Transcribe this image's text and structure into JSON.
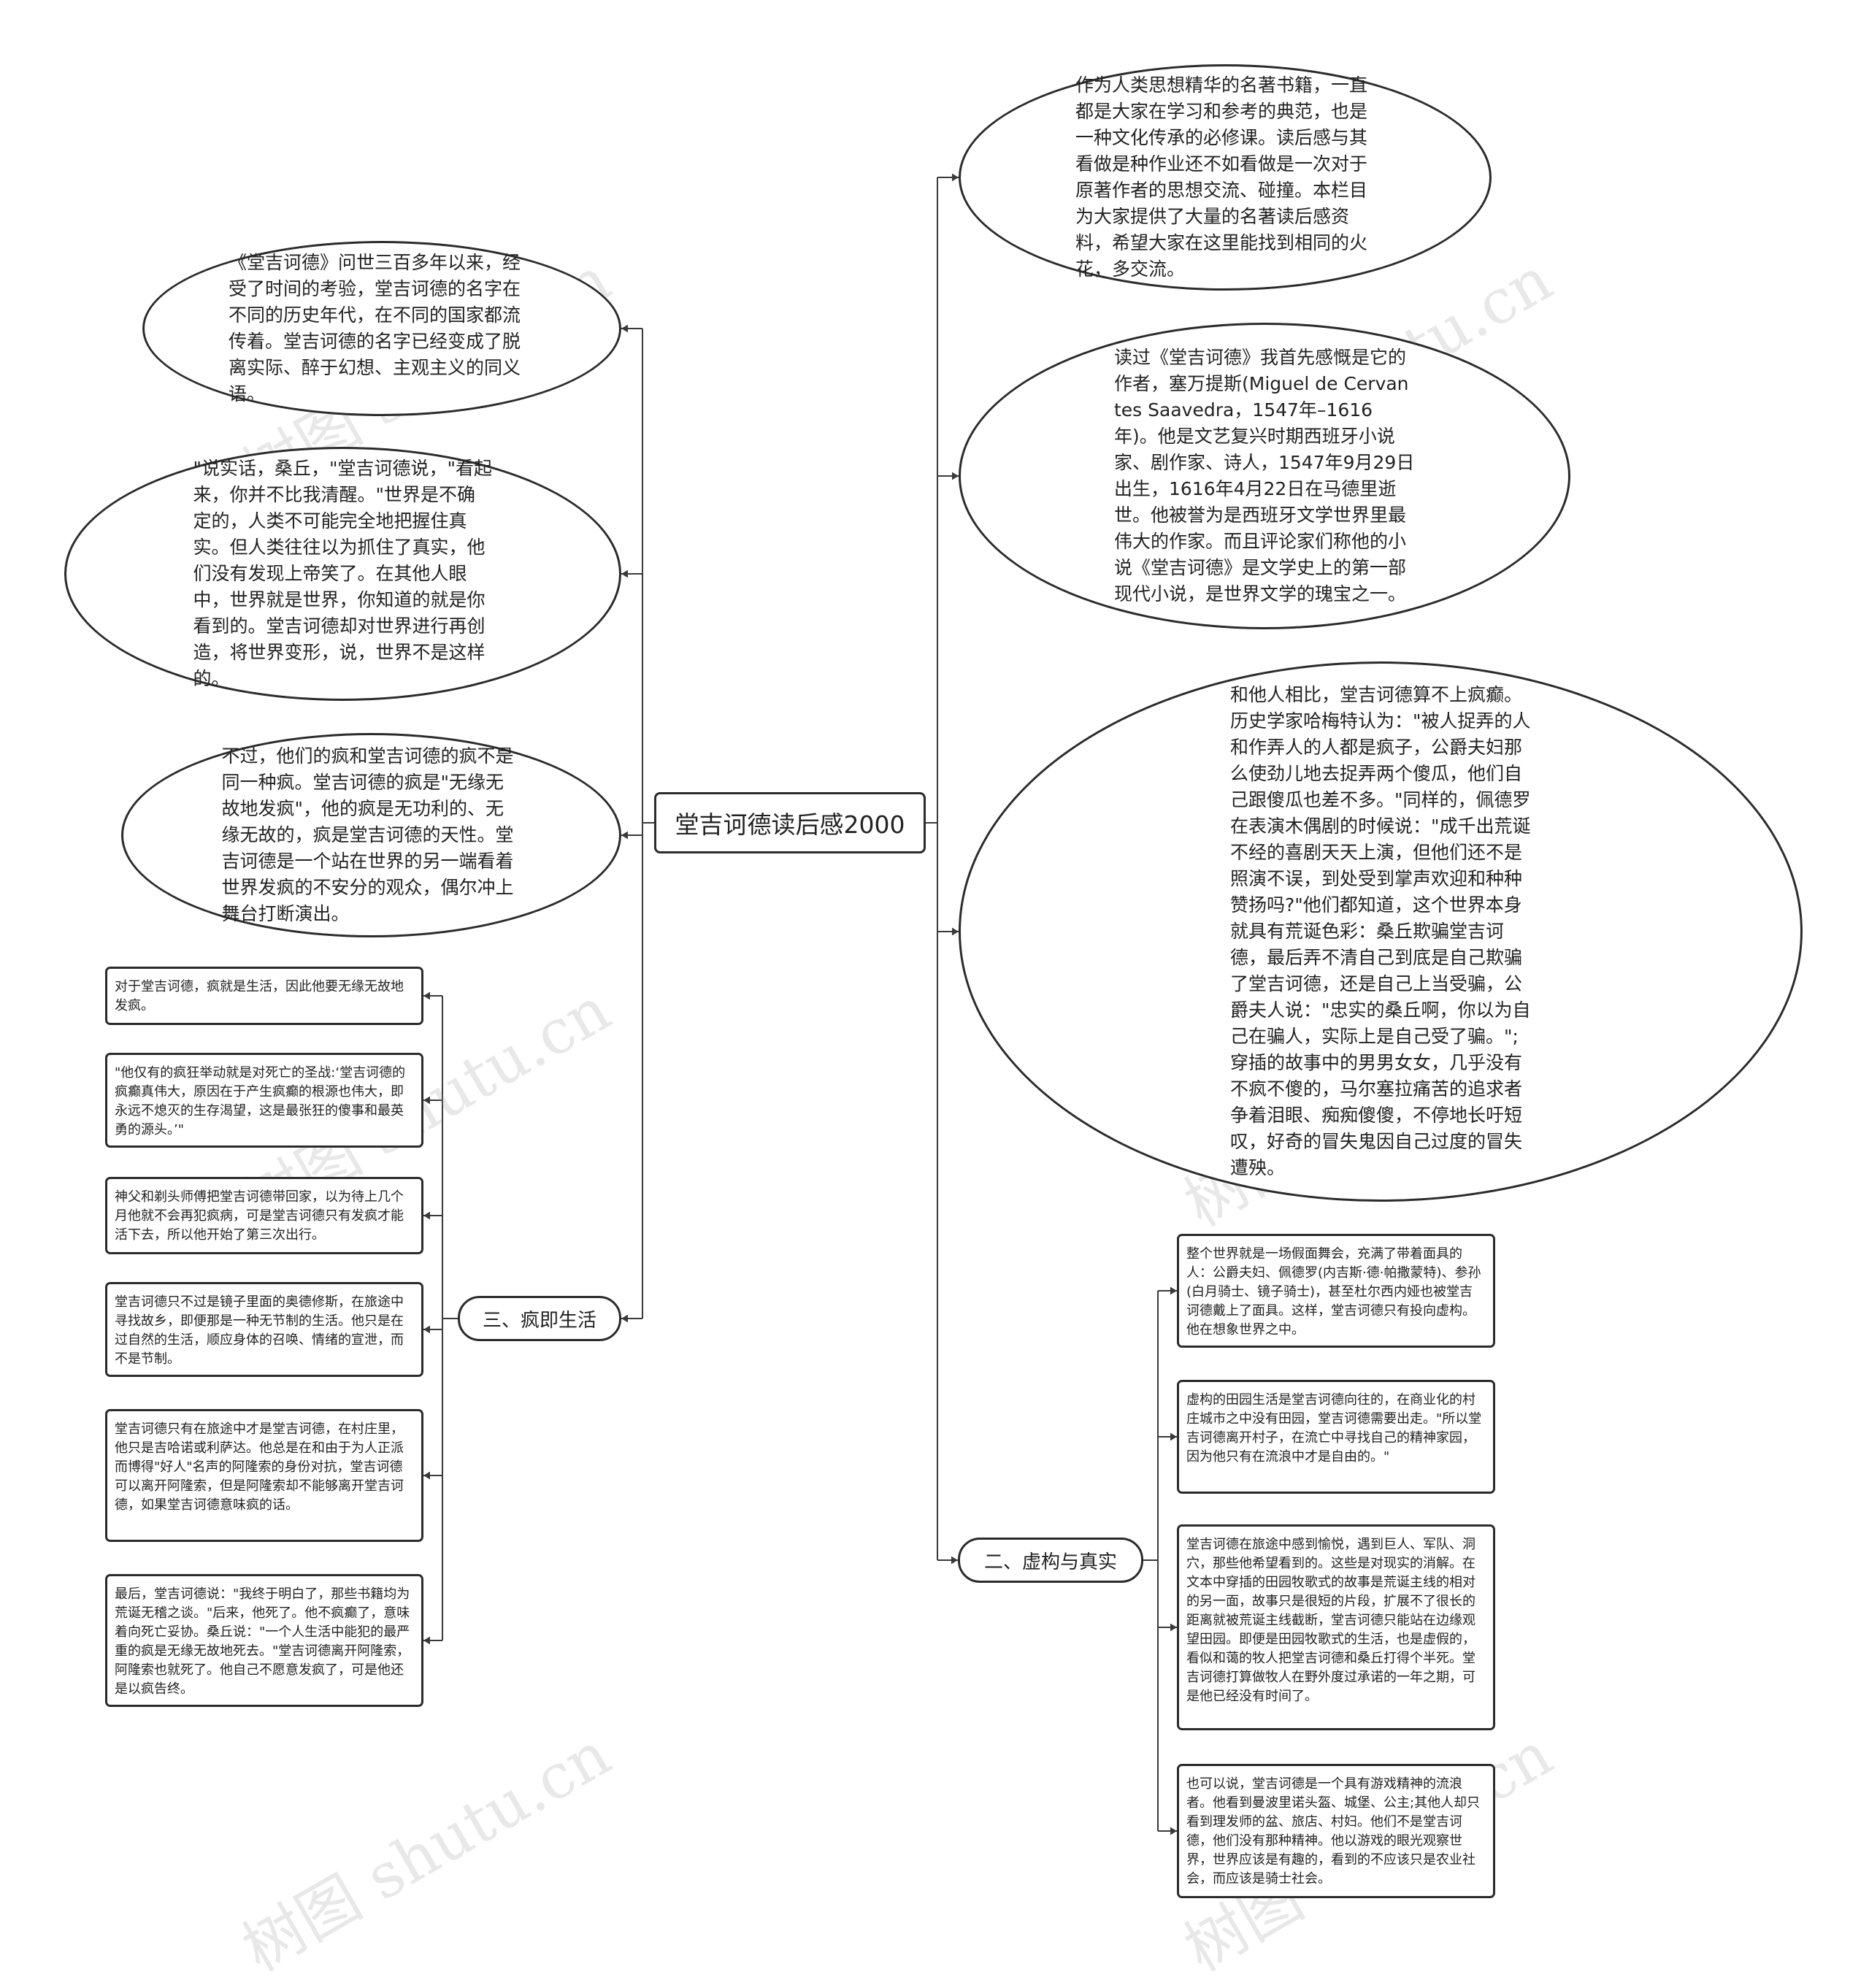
{
  "root": {
    "label": "堂吉诃德读后感2000"
  },
  "right_top": [
    {
      "text": "作为人类思想精华的名著书籍，一直都是大家在学习和参考的典范，也是一种文化传承的必修课。读后感与其看做是种作业还不如看做是一次对于原著作者的思想交流、碰撞。本栏目为大家提供了大量的名著读后感资料，希望大家在这里能找到相同的火花，多交流。"
    },
    {
      "text": "读过《堂吉诃德》我首先感慨是它的作者，塞万提斯(Miguel de Cervantes Saavedra，1547年–1616年)。他是文艺复兴时期西班牙小说家、剧作家、诗人，1547年9月29日出生，1616年4月22日在马德里逝世。他被誉为是西班牙文学世界里最伟大的作家。而且评论家们称他的小说《堂吉诃德》是文学史上的第一部现代小说，是世界文学的瑰宝之一。"
    },
    {
      "text": "和他人相比，堂吉诃德算不上疯癫。历史学家哈梅特认为：\"被人捉弄的人和作弄人的人都是疯子，公爵夫妇那么使劲儿地去捉弄两个傻瓜，他们自己跟傻瓜也差不多。\"同样的，佩德罗在表演木偶剧的时候说：\"成千出荒诞不经的喜剧天天上演，但他们还不是照演不误，到处受到掌声欢迎和种种赞扬吗?\"他们都知道，这个世界本身就具有荒诞色彩：桑丘欺骗堂吉诃德，最后弄不清自己到底是自己欺骗了堂吉诃德，还是自己上当受骗，公爵夫人说：\"忠实的桑丘啊，你以为自己在骗人，实际上是自己受了骗。\";穿插的故事中的男男女女，几乎没有不疯不傻的，马尔塞拉痛苦的追求者争着泪眼、痴痴傻傻，不停地长吁短叹，好奇的冒失鬼因自己过度的冒失遭殃。"
    }
  ],
  "branch_right": {
    "label": "二、虚构与真实",
    "items": [
      {
        "text": "整个世界就是一场假面舞会，充满了带着面具的人：公爵夫妇、佩德罗(内吉斯·德·帕撒蒙特)、参孙(白月骑士、镜子骑士)，甚至杜尔西内娅也被堂吉诃德戴上了面具。这样，堂吉诃德只有投向虚构。他在想象世界之中。"
      },
      {
        "text": "虚构的田园生活是堂吉诃德向往的，在商业化的村庄城市之中没有田园，堂吉诃德需要出走。\"所以堂吉诃德离开村子，在流亡中寻找自己的精神家园，因为他只有在流浪中才是自由的。\""
      },
      {
        "text": "堂吉诃德在旅途中感到愉悦，遇到巨人、军队、洞穴，那些他希望看到的。这些是对现实的消解。在文本中穿插的田园牧歌式的故事是荒诞主线的相对的另一面，故事只是很短的片段，扩展不了很长的距离就被荒诞主线截断，堂吉诃德只能站在边缘观望田园。即便是田园牧歌式的生活，也是虚假的，看似和蔼的牧人把堂吉诃德和桑丘打得个半死。堂吉诃德打算做牧人在野外度过承诺的一年之期，可是他已经没有时间了。"
      },
      {
        "text": "也可以说，堂吉诃德是一个具有游戏精神的流浪者。他看到曼波里诺头盔、城堡、公主;其他人却只看到理发师的盆、旅店、村妇。他们不是堂吉诃德，他们没有那种精神。他以游戏的眼光观察世界，世界应该是有趣的，看到的不应该只是农业社会，而应该是骑士社会。"
      }
    ]
  },
  "left_top": [
    {
      "text": "《堂吉诃德》问世三百多年以来，经受了时间的考验，堂吉诃德的名字在不同的历史年代，在不同的国家都流传着。堂吉诃德的名字已经变成了脱离实际、醉于幻想、主观主义的同义语。"
    },
    {
      "text": "\"说实话，桑丘，\"堂吉诃德说，\"看起来，你并不比我清醒。\"世界是不确定的，人类不可能完全地把握住真实。但人类往往以为抓住了真实，他们没有发现上帝笑了。在其他人眼中，世界就是世界，你知道的就是你看到的。堂吉诃德却对世界进行再创造，将世界变形，说，世界不是这样的。"
    },
    {
      "text": "不过，他们的疯和堂吉诃德的疯不是同一种疯。堂吉诃德的疯是\"无缘无故地发疯\"，他的疯是无功利的、无缘无故的，疯是堂吉诃德的天性。堂吉诃德是一个站在世界的另一端看着世界发疯的不安分的观众，偶尔冲上舞台打断演出。"
    }
  ],
  "branch_left": {
    "label": "三、疯即生活",
    "items": [
      {
        "text": "对于堂吉诃德，疯就是生活，因此他要无缘无故地发疯。"
      },
      {
        "text": "\"他仅有的疯狂举动就是对死亡的圣战:‘堂吉诃德的疯癫真伟大，原因在于产生疯癫的根源也伟大，即永远不熄灭的生存渴望，这是最张狂的傻事和最英勇的源头。’\""
      },
      {
        "text": "神父和剃头师傅把堂吉诃德带回家，以为待上几个月他就不会再犯疯病，可是堂吉诃德只有发疯才能活下去，所以他开始了第三次出行。"
      },
      {
        "text": "堂吉诃德只不过是镜子里面的奥德修斯，在旅途中寻找故乡，即便那是一种无节制的生活。他只是在过自然的生活，顺应身体的召唤、情绪的宣泄，而不是节制。"
      },
      {
        "text": "堂吉诃德只有在旅途中才是堂吉诃德，在村庄里，他只是吉哈诺或利萨达。他总是在和由于为人正派而博得\"好人\"名声的阿隆索的身份对抗，堂吉诃德可以离开阿隆索，但是阿隆索却不能够离开堂吉诃德，如果堂吉诃德意味疯的话。"
      },
      {
        "text": "最后，堂吉诃德说：\"我终于明白了，那些书籍均为荒诞无稽之谈。\"后来，他死了。他不疯癫了，意味着向死亡妥协。桑丘说：\"一个人生活中能犯的最严重的疯是无缘无故地死去。\"堂吉诃德离开阿隆索，阿隆索也就死了。他自己不愿意发疯了，可是他还是以疯告终。"
      }
    ]
  },
  "watermark": "树图 shutu.cn"
}
